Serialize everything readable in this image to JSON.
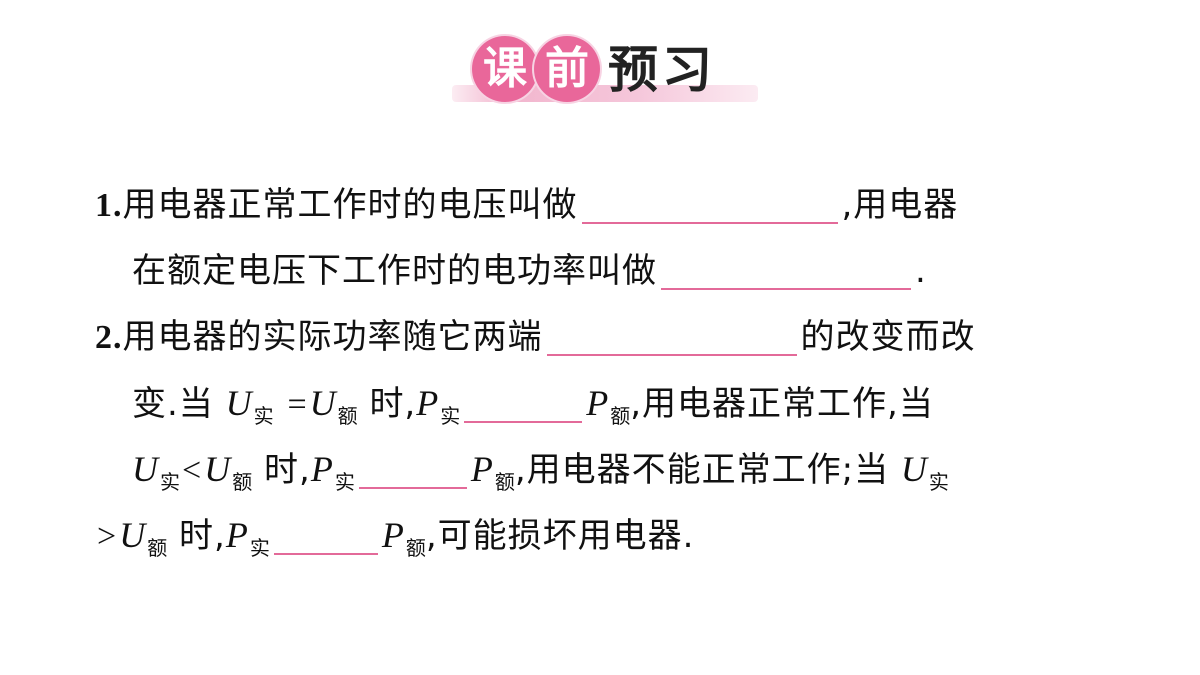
{
  "header": {
    "badge_1": "课",
    "badge_2": "前",
    "plain": "预习"
  },
  "q1": {
    "number": "1.",
    "line1_a": "用电器正常工作时的电压叫做",
    "line1_b": ",用电器",
    "line2_a": "在额定电压下工作时的电功率叫做",
    "line2_b": "."
  },
  "q2": {
    "number": "2.",
    "line1_a": "用电器的实际功率随它两端",
    "line1_b": "的改变而改",
    "line2_a": "变.当",
    "line2_b": "时,",
    "line2_c": ",用电器正常工作,当",
    "line3_b": "时,",
    "line3_c": ",用电器不能正常工作;当",
    "line4_b": "时,",
    "line4_c": ",可能损坏用电器."
  },
  "symbols": {
    "U": "U",
    "P": "P",
    "sub_actual": "实",
    "sub_rated": "额",
    "eq": "=",
    "lt": "<",
    "gt": ">"
  }
}
